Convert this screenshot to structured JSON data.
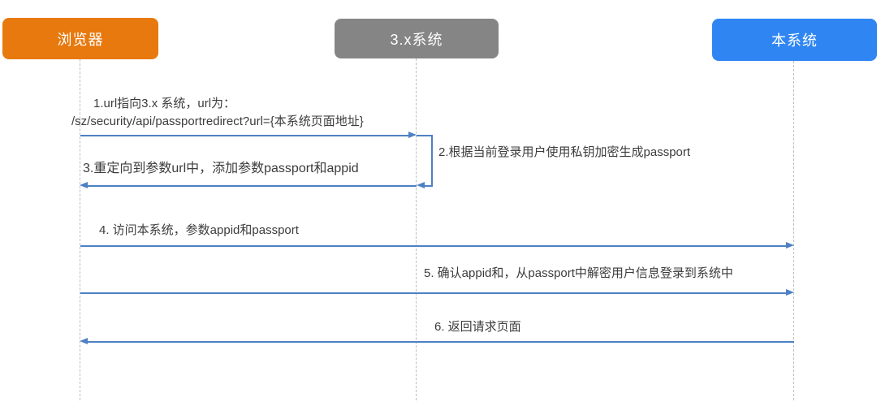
{
  "diagram": {
    "type": "sequence-diagram",
    "background": "#FFFFFF",
    "arrow_color": "#4E80C4",
    "lifeline_color": "#BDBDBD",
    "text_color": "#3C3C3C"
  },
  "participants": [
    {
      "label": "浏览器",
      "color": "#E7790E",
      "text_color": "#FFFFFF"
    },
    {
      "label": "3.x系统",
      "color": "#858585",
      "text_color": "#FFFFFF"
    },
    {
      "label": "本系统",
      "color": "#2F86F2",
      "text_color": "#FFFFFF"
    }
  ],
  "messages": [
    {
      "id": 1,
      "line1": "1.url指向3.x 系统，url为：",
      "line2": "/sz/security/api/passportredirect?url={本系统页面地址}",
      "from": "浏览器",
      "to": "3.x系统",
      "direction": "right"
    },
    {
      "id": 2,
      "label": "2.根据当前登录用户使用私钥加密生成passport",
      "from": "3.x系统",
      "to": "3.x系统",
      "direction": "self"
    },
    {
      "id": 3,
      "label": "3.重定向到参数url中，添加参数passport和appid",
      "from": "3.x系统",
      "to": "浏览器",
      "direction": "left"
    },
    {
      "id": 4,
      "label": "4. 访问本系统，参数appid和passport",
      "from": "浏览器",
      "to": "本系统",
      "direction": "right"
    },
    {
      "id": 5,
      "label": "5. 确认appid和，从passport中解密用户信息登录到系统中",
      "from": "浏览器",
      "to": "本系统",
      "direction": "right"
    },
    {
      "id": 6,
      "label": "6. 返回请求页面",
      "from": "本系统",
      "to": "浏览器",
      "direction": "left"
    }
  ]
}
